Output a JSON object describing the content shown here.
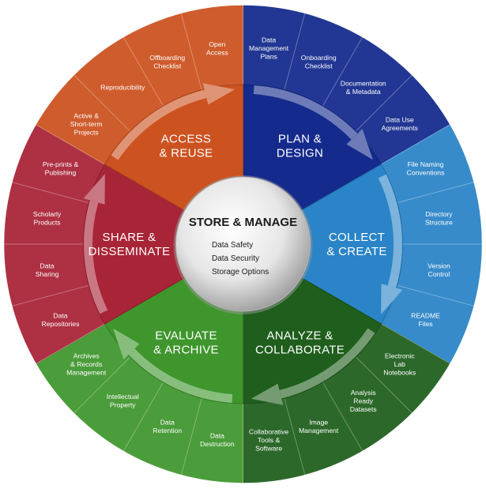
{
  "center": {
    "title": "STORE & MANAGE",
    "items": [
      "Data Safety",
      "Data Security",
      "Storage Options"
    ]
  },
  "segments": [
    {
      "key": "plan",
      "title": [
        "PLAN &",
        "DESIGN"
      ],
      "color": "#142a8c",
      "subitems": [
        [
          "Data",
          "Management",
          "Plans"
        ],
        [
          "Onboarding",
          "Checklist"
        ],
        [
          "Documentation",
          "& Metadata"
        ],
        [
          "Data Use",
          "Agreements"
        ]
      ]
    },
    {
      "key": "collect",
      "title": [
        "COLLECT",
        "& CREATE"
      ],
      "color": "#2a84c7",
      "subitems": [
        [
          "File Naming",
          "Conventions"
        ],
        [
          "Directory",
          "Structure"
        ],
        [
          "Version",
          "Control"
        ],
        [
          "README",
          "Files"
        ]
      ]
    },
    {
      "key": "analyze",
      "title": [
        "ANALYZE &",
        "COLLABORATE"
      ],
      "color": "#1f5e1c",
      "subitems": [
        [
          "Electronic",
          "Lab",
          "Notebooks"
        ],
        [
          "Analysis",
          "Ready",
          "Datasets"
        ],
        [
          "Image",
          "Management"
        ],
        [
          "Collaborative",
          "Tools &",
          "Software"
        ]
      ]
    },
    {
      "key": "evaluate",
      "title": [
        "EVALUATE",
        "& ARCHIVE"
      ],
      "color": "#3f962d",
      "subitems": [
        [
          "Data",
          "Destruction"
        ],
        [
          "Data",
          "Retention"
        ],
        [
          "Intellectual",
          "Property"
        ],
        [
          "Archives",
          "& Records",
          "Management"
        ]
      ]
    },
    {
      "key": "share",
      "title": [
        "SHARE &",
        "DISSEMINATE"
      ],
      "color": "#a82437",
      "subitems": [
        [
          "Data",
          "Repositories"
        ],
        [
          "Data",
          "Sharing"
        ],
        [
          "Scholarly",
          "Products"
        ],
        [
          "Pre-prints &",
          "Publishing"
        ]
      ]
    },
    {
      "key": "access",
      "title": [
        "ACCESS",
        "& REUSE"
      ],
      "color": "#cc5220",
      "subitems": [
        [
          "Active &",
          "Short-term",
          "Projects"
        ],
        [
          "Reproducibility"
        ],
        [
          "Offboarding",
          "Checklist"
        ],
        [
          "Open",
          "Access"
        ]
      ]
    }
  ]
}
